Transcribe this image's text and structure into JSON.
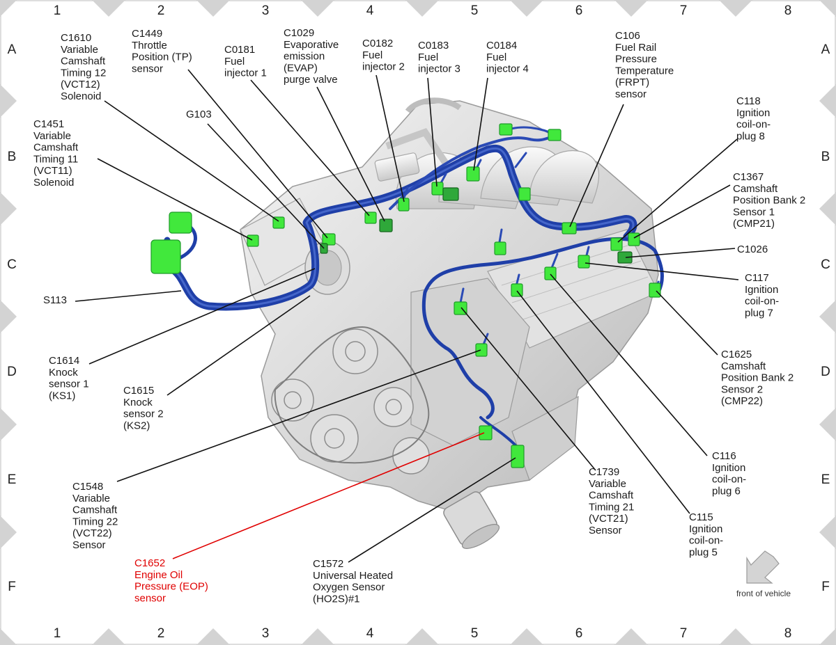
{
  "grid": {
    "columns": [
      "1",
      "2",
      "3",
      "4",
      "5",
      "6",
      "7",
      "8"
    ],
    "rows": [
      "A",
      "B",
      "C",
      "D",
      "E",
      "F"
    ]
  },
  "colors": {
    "harness": "#1f3fa8",
    "harness_light": "#5578d8",
    "connector": "#41e83c",
    "connector_dark": "#1f9a2a",
    "engine": "#d9d9d9",
    "highlight": "#e00000"
  },
  "callouts": [
    {
      "id": "c1610",
      "lines": [
        "C1610",
        "Variable",
        "Camshaft",
        "Timing 12",
        "(VCT12)",
        "Solenoid"
      ]
    },
    {
      "id": "c1449",
      "lines": [
        "C1449",
        "Throttle",
        "Position (TP)",
        "sensor"
      ]
    },
    {
      "id": "c0181",
      "lines": [
        "C0181",
        "Fuel",
        "injector 1"
      ]
    },
    {
      "id": "c1029",
      "lines": [
        "C1029",
        "Evaporative",
        "emission",
        "(EVAP)",
        "purge valve"
      ]
    },
    {
      "id": "c0182",
      "lines": [
        "C0182",
        "Fuel",
        "injector 2"
      ]
    },
    {
      "id": "c0183",
      "lines": [
        "C0183",
        "Fuel",
        "injector 3"
      ]
    },
    {
      "id": "c0184",
      "lines": [
        "C0184",
        "Fuel",
        "injector 4"
      ]
    },
    {
      "id": "c106",
      "lines": [
        "C106",
        "Fuel Rail",
        "Pressure",
        "Temperature",
        "(FRPT)",
        "sensor"
      ]
    },
    {
      "id": "c118",
      "lines": [
        "C118",
        "Ignition",
        "coil-on-",
        "plug 8"
      ]
    },
    {
      "id": "g103",
      "lines": [
        "G103"
      ]
    },
    {
      "id": "c1451",
      "lines": [
        "C1451",
        "Variable",
        "Camshaft",
        "Timing 11",
        "(VCT11)",
        "Solenoid"
      ]
    },
    {
      "id": "c1367",
      "lines": [
        "C1367",
        "Camshaft",
        "Position Bank 2",
        "Sensor 1",
        "(CMP21)"
      ]
    },
    {
      "id": "c1026",
      "lines": [
        "C1026"
      ]
    },
    {
      "id": "s113",
      "lines": [
        "S113"
      ]
    },
    {
      "id": "c117",
      "lines": [
        "C117",
        "Ignition",
        "coil-on-",
        "plug 7"
      ]
    },
    {
      "id": "c1625",
      "lines": [
        "C1625",
        "Camshaft",
        "Position Bank 2",
        "Sensor 2",
        "(CMP22)"
      ]
    },
    {
      "id": "c1614",
      "lines": [
        "C1614",
        "Knock",
        "sensor 1",
        "(KS1)"
      ]
    },
    {
      "id": "c1615",
      "lines": [
        "C1615",
        "Knock",
        "sensor 2",
        "(KS2)"
      ]
    },
    {
      "id": "c116",
      "lines": [
        "C116",
        "Ignition",
        "coil-on-",
        "plug 6"
      ]
    },
    {
      "id": "c1548",
      "lines": [
        "C1548",
        "Variable",
        "Camshaft",
        "Timing 22",
        "(VCT22)",
        "Sensor"
      ]
    },
    {
      "id": "c1739",
      "lines": [
        "C1739",
        "Variable",
        "Camshaft",
        "Timing 21",
        "(VCT21)",
        "Sensor"
      ]
    },
    {
      "id": "c115",
      "lines": [
        "C115",
        "Ignition",
        "coil-on-",
        "plug 5"
      ]
    },
    {
      "id": "c1652",
      "highlighted": true,
      "lines": [
        "C1652",
        "Engine Oil",
        "Pressure (EOP)",
        "sensor"
      ]
    },
    {
      "id": "c1572",
      "lines": [
        "C1572",
        "Universal Heated",
        "Oxygen Sensor",
        "(HO2S)#1"
      ]
    }
  ],
  "orientation_label": "front of vehicle",
  "icons": {
    "orientation": "arrow-down-left-icon"
  }
}
